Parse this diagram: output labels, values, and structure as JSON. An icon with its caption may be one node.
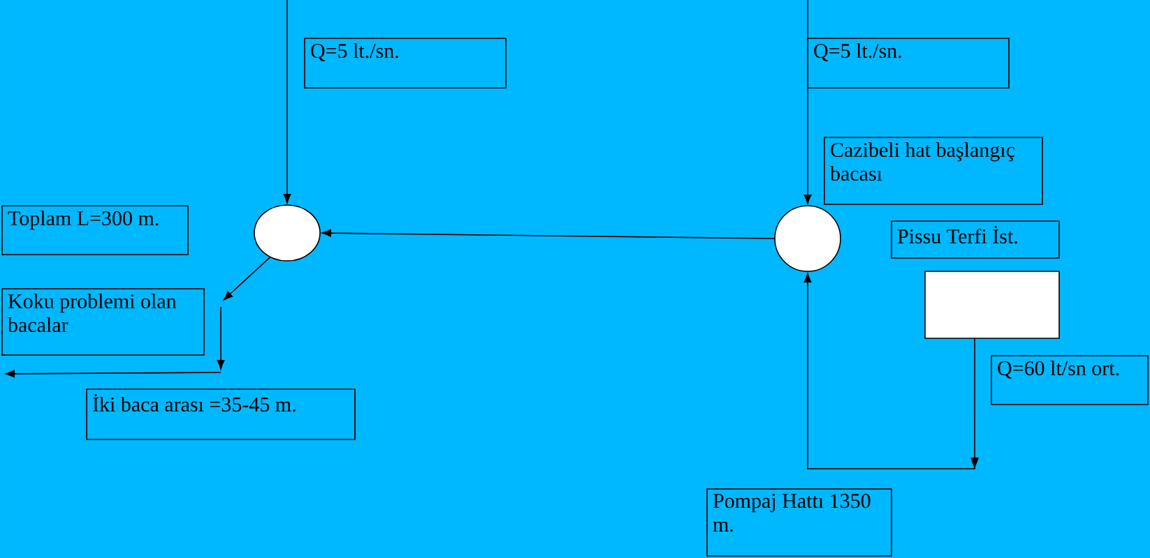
{
  "diagram": {
    "nodes": [
      {
        "text": [
          "Q=5 lt./sn."
        ]
      },
      {
        "text": [
          "Q=5 lt./sn."
        ]
      },
      {
        "text": [
          "Cazibeli hat başlangıç bacası"
        ]
      },
      {
        "text": [
          "Toplam L=300 m."
        ]
      },
      {
        "text": [],
        "shape": "circle"
      },
      {
        "text": [],
        "shape": "circle"
      },
      {
        "text": [
          "Pissu Terfi İst."
        ]
      },
      {
        "text": [],
        "shape": "box"
      },
      {
        "text": [
          "Q=60 lt/sn ort."
        ]
      },
      {
        "text": [
          "Koku problemi olan bacalar"
        ]
      },
      {
        "text": [
          "İki baca arası =35-45 m."
        ]
      },
      {
        "text": [
          "Pompaj Hattı 1350 m."
        ]
      }
    ],
    "edges": [
      {
        "from": null,
        "to": 4,
        "arrow": "to"
      },
      {
        "from": null,
        "to": 5,
        "arrow": "to"
      },
      {
        "from": 5,
        "to": 4,
        "arrow": "to"
      },
      {
        "from": 4,
        "to": null,
        "arrow": "to"
      },
      {
        "from": 7,
        "to": 5,
        "arrow": "to"
      }
    ]
  }
}
